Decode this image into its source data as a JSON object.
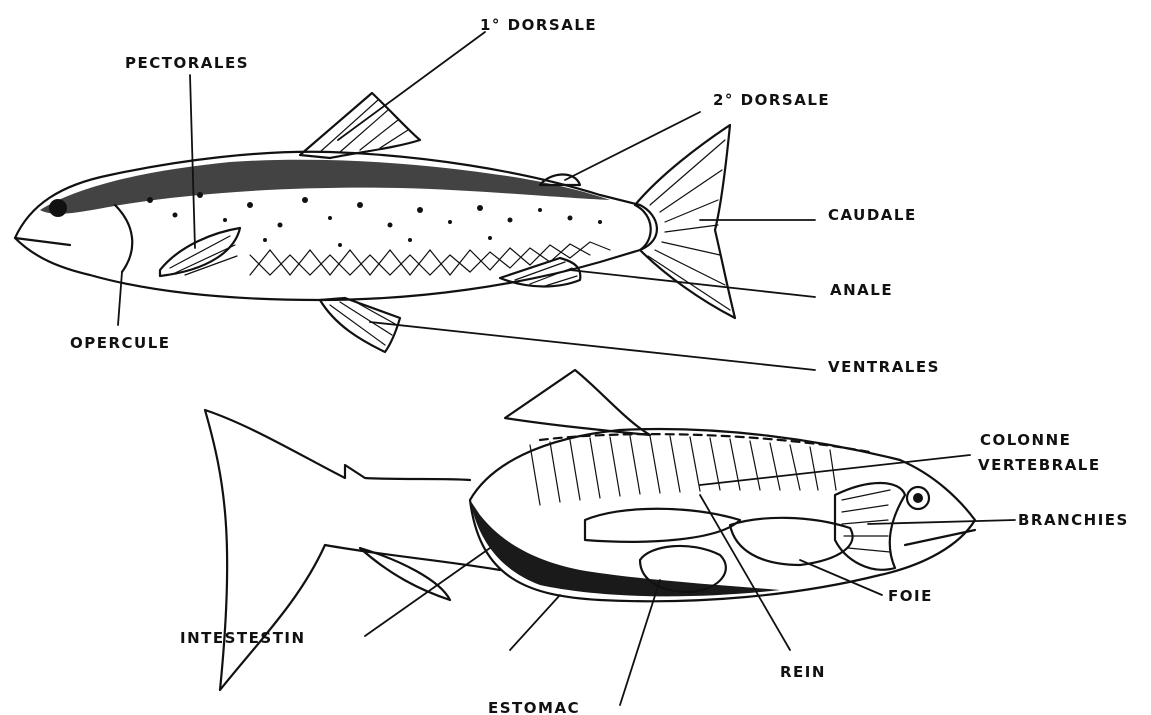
{
  "diagram": {
    "external_labels": {
      "dorsale_1": "1° DORSALE",
      "pectorales": "PECTORALES",
      "dorsale_2": "2° DORSALE",
      "caudale": "CAUDALE",
      "anale": "ANALE",
      "opercule": "OPERCULE",
      "ventrales": "VENTRALES"
    },
    "internal_labels": {
      "colonne": "COLONNE",
      "vertebrale": "VERTEBRALE",
      "branchies": "BRANCHIES",
      "foie": "FOIE",
      "intestin": "INTESTESTIN",
      "rein": "REIN",
      "estomac": "ESTOMAC"
    }
  }
}
